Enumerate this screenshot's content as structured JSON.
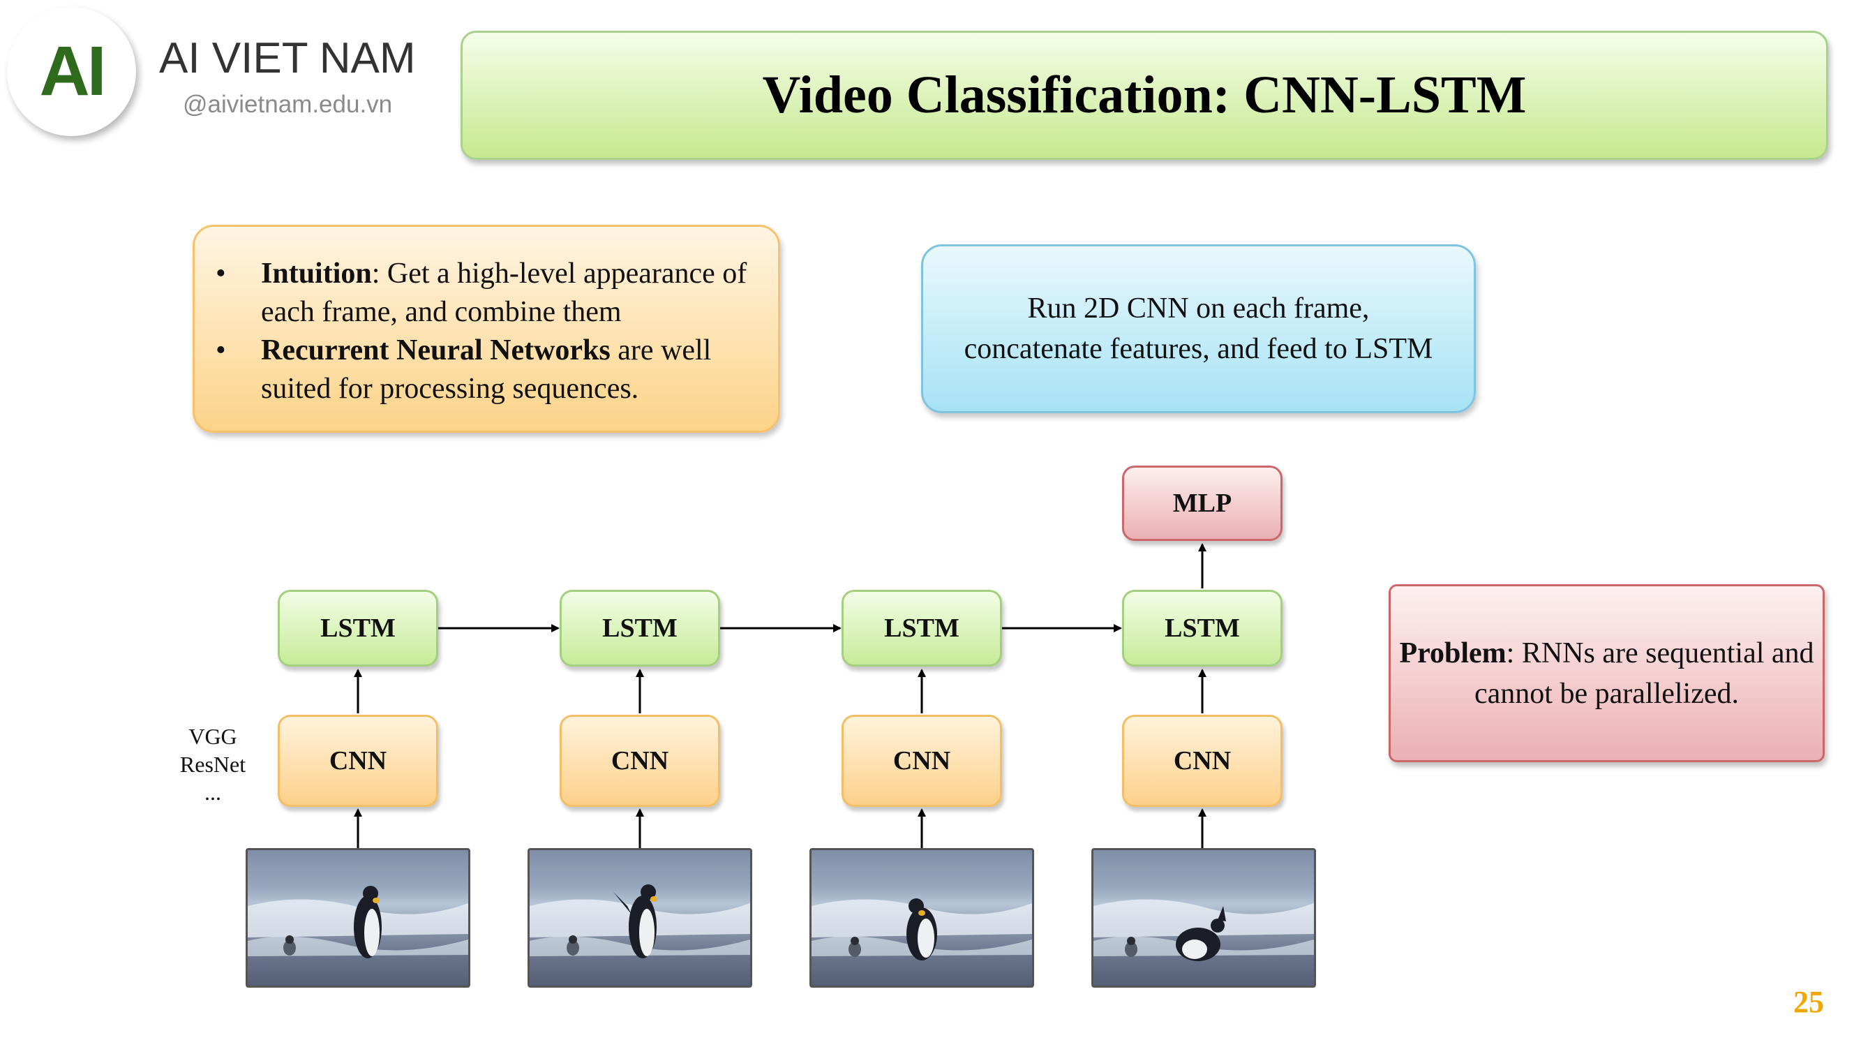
{
  "logo": {
    "mark": "AI",
    "name": "AI VIET NAM",
    "url": "@aivietnam.edu.vn"
  },
  "title": "Video Classification: CNN-LSTM",
  "intuition": {
    "bullet1_bold": "Intuition",
    "bullet1_rest": ": Get a high-level appearance of each frame, and combine them",
    "bullet2_bold": "Recurrent Neural Networks",
    "bullet2_rest": " are well suited for processing sequences."
  },
  "run_box": {
    "line1": "Run 2D CNN on each frame,",
    "line2": "concatenate features, and feed to LSTM"
  },
  "problem": {
    "bold": "Problem",
    "rest": ": RNNs are sequential and cannot be parallelized."
  },
  "diagram": {
    "mlp_label": "MLP",
    "lstm_labels": [
      "LSTM",
      "LSTM",
      "LSTM",
      "LSTM"
    ],
    "cnn_labels": [
      "CNN",
      "CNN",
      "CNN",
      "CNN"
    ],
    "backbones": [
      "VGG",
      "ResNet",
      "..."
    ],
    "frames": [
      "penguin-frame-1",
      "penguin-frame-2",
      "penguin-frame-3",
      "penguin-frame-4"
    ]
  },
  "page_number": "25",
  "colors": {
    "title_bg": "#c6e98f",
    "intuition_bg": "#fcd388",
    "run_bg": "#a6e2f4",
    "problem_bg": "#ecb0b3",
    "page_number": "#f0a800",
    "logo": "#2f6b1c"
  }
}
